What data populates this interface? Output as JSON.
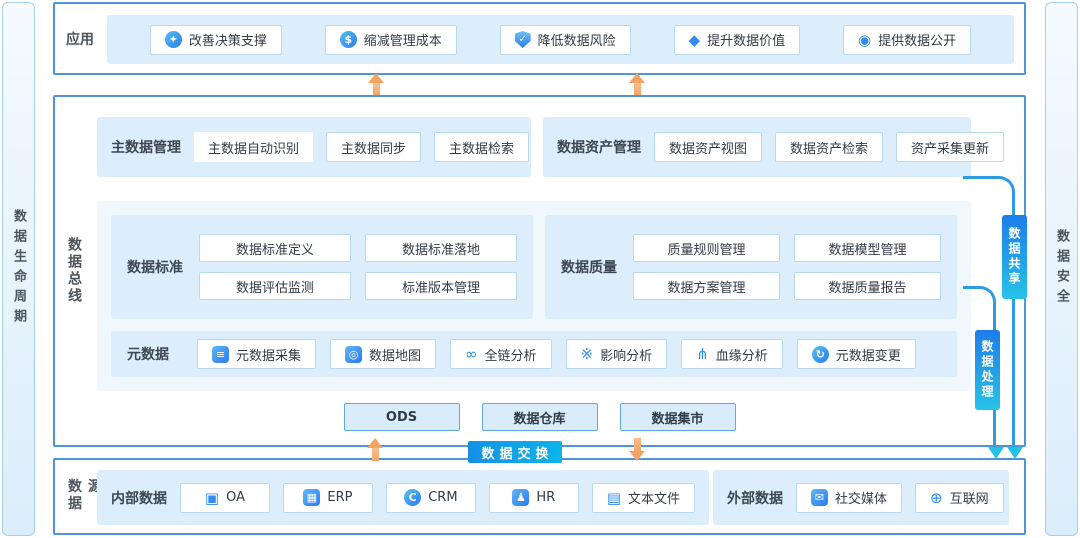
{
  "colors": {
    "section_border": "#4e95da",
    "panel_bg": "#dcedfb",
    "button_border": "#b7d9f3",
    "orange_arrow": "#f3a463",
    "cyan_arrow": "#22c3e6",
    "pill_gradient_top": "#1d7de9",
    "pill_gradient_bottom": "#28c2e8",
    "icon_blue": "#2f8cf0"
  },
  "left_rail": {
    "label": "数据生命周期"
  },
  "right_rail": {
    "label": "数据安全"
  },
  "app_section": {
    "label": "应用",
    "buttons": [
      {
        "label": "改善决策支撑",
        "glyph": "✦"
      },
      {
        "label": "缩减管理成本",
        "glyph": "$"
      },
      {
        "label": "降低数据风险",
        "glyph": "✓"
      },
      {
        "label": "提升数据价值",
        "glyph": "◆"
      },
      {
        "label": "提供数据公开",
        "glyph": "◉"
      }
    ]
  },
  "bus_section": {
    "label": "数据总线",
    "master_data": {
      "label": "主数据管理",
      "buttons": [
        "主数据自动识别",
        "主数据同步",
        "主数据检索"
      ]
    },
    "data_asset": {
      "label": "数据资产管理",
      "buttons": [
        "数据资产视图",
        "数据资产检索",
        "资产采集更新"
      ]
    },
    "data_standard": {
      "label": "数据标准",
      "buttons": [
        "数据标准定义",
        "数据标准落地",
        "数据评估监测",
        "标准版本管理"
      ]
    },
    "data_quality": {
      "label": "数据质量",
      "buttons": [
        "质量规则管理",
        "数据模型管理",
        "数据方案管理",
        "数据质量报告"
      ]
    },
    "metadata": {
      "label": "元数据",
      "buttons": [
        {
          "label": "元数据采集",
          "glyph": "≡"
        },
        {
          "label": "数据地图",
          "glyph": "◎"
        },
        {
          "label": "全链分析",
          "glyph": "∞"
        },
        {
          "label": "影响分析",
          "glyph": "※"
        },
        {
          "label": "血缘分析",
          "glyph": "⋔"
        },
        {
          "label": "元数据变更",
          "glyph": "↻"
        }
      ]
    },
    "storage": {
      "items": [
        "ODS",
        "数据仓库",
        "数据集市"
      ]
    }
  },
  "connectors": {
    "share": "数据共享",
    "process": "数据处理",
    "exchange": "数据交换"
  },
  "source_section": {
    "label": "数据源",
    "internal": {
      "label": "内部数据",
      "buttons": [
        {
          "label": "OA",
          "glyph": "▣"
        },
        {
          "label": "ERP",
          "glyph": "▦"
        },
        {
          "label": "CRM",
          "glyph": "C"
        },
        {
          "label": "HR",
          "glyph": "♟"
        },
        {
          "label": "文本文件",
          "glyph": "▤"
        }
      ]
    },
    "external": {
      "label": "外部数据",
      "buttons": [
        {
          "label": "社交媒体",
          "glyph": "✉"
        },
        {
          "label": "互联网",
          "glyph": "⊕"
        }
      ]
    }
  }
}
